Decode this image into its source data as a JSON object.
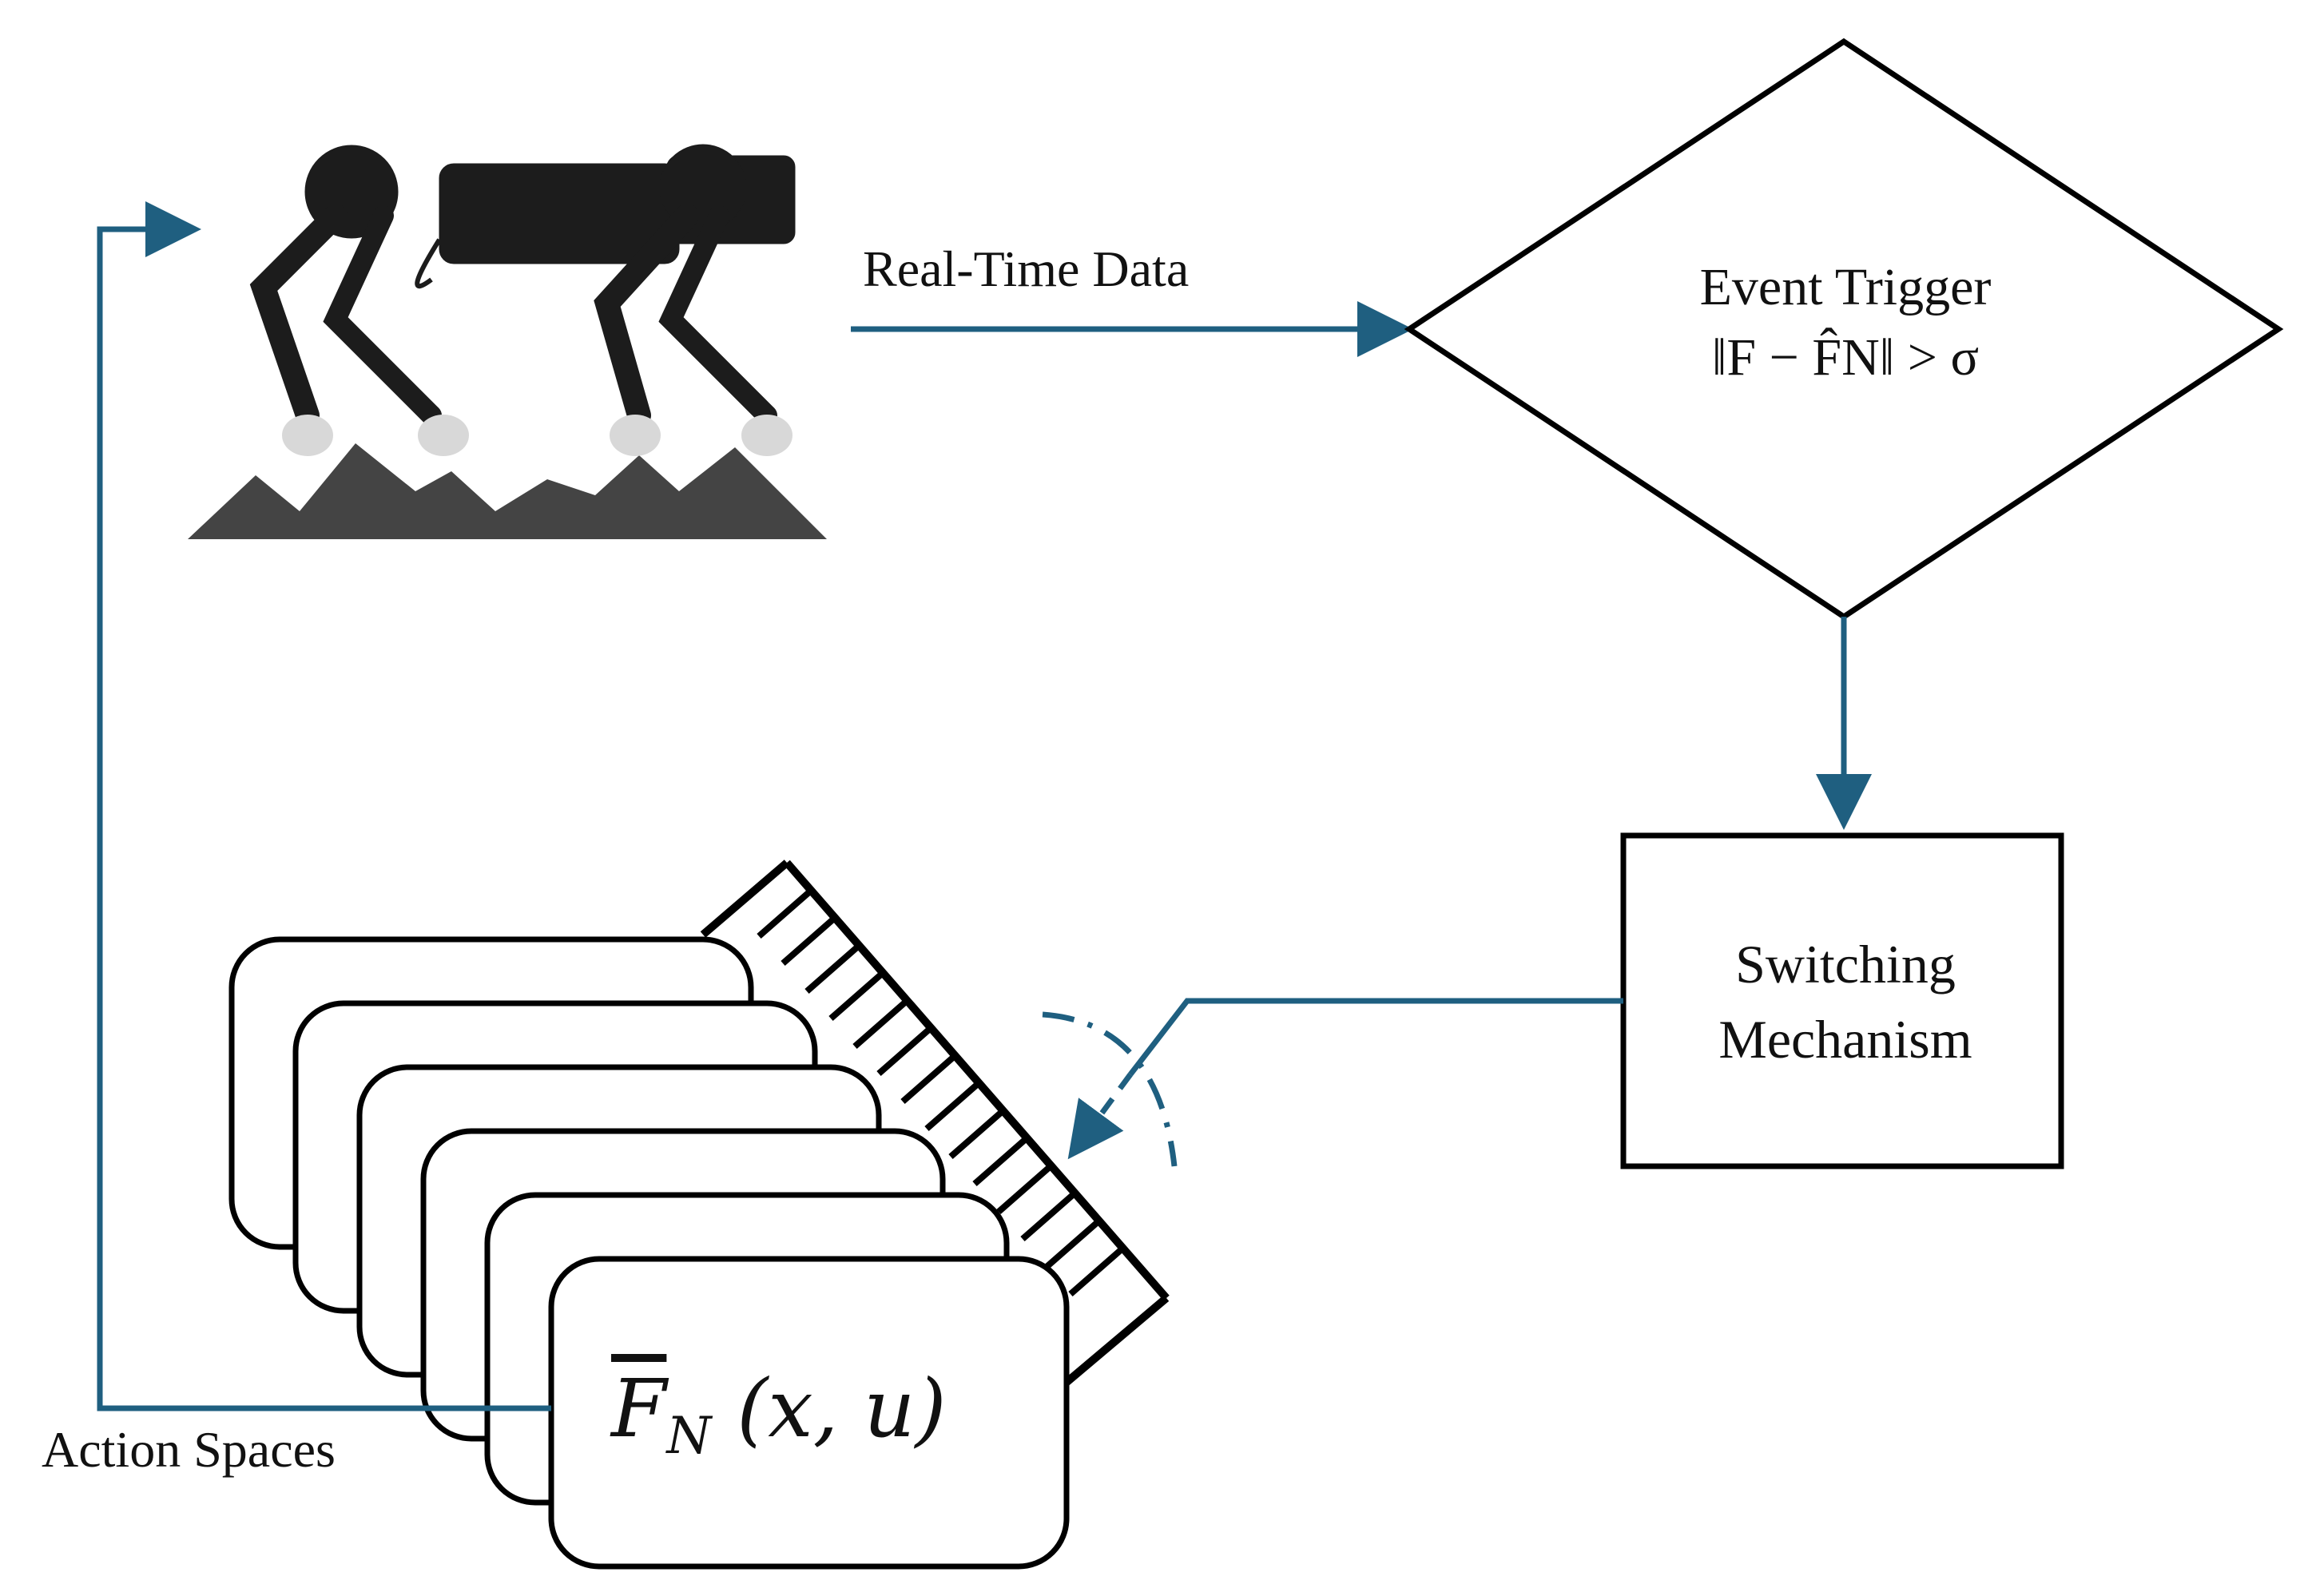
{
  "labels": {
    "real_time_data": "Real-Time Data",
    "event_trigger": "Event Trigger",
    "condition": "‖F − F̂N‖ > σ",
    "switching_line1": "Switching",
    "switching_line2": "Mechanism",
    "action_spaces": "Action Spaces",
    "function_name": "F",
    "function_sub": "N",
    "function_args": "(x, u)"
  },
  "colors": {
    "arrow": "#1f5f80",
    "outline": "#000000",
    "terrain": "#444444",
    "robot": "#1c1c1c"
  },
  "icons": [
    "quadruped-robot-icon",
    "terrain-icon"
  ]
}
